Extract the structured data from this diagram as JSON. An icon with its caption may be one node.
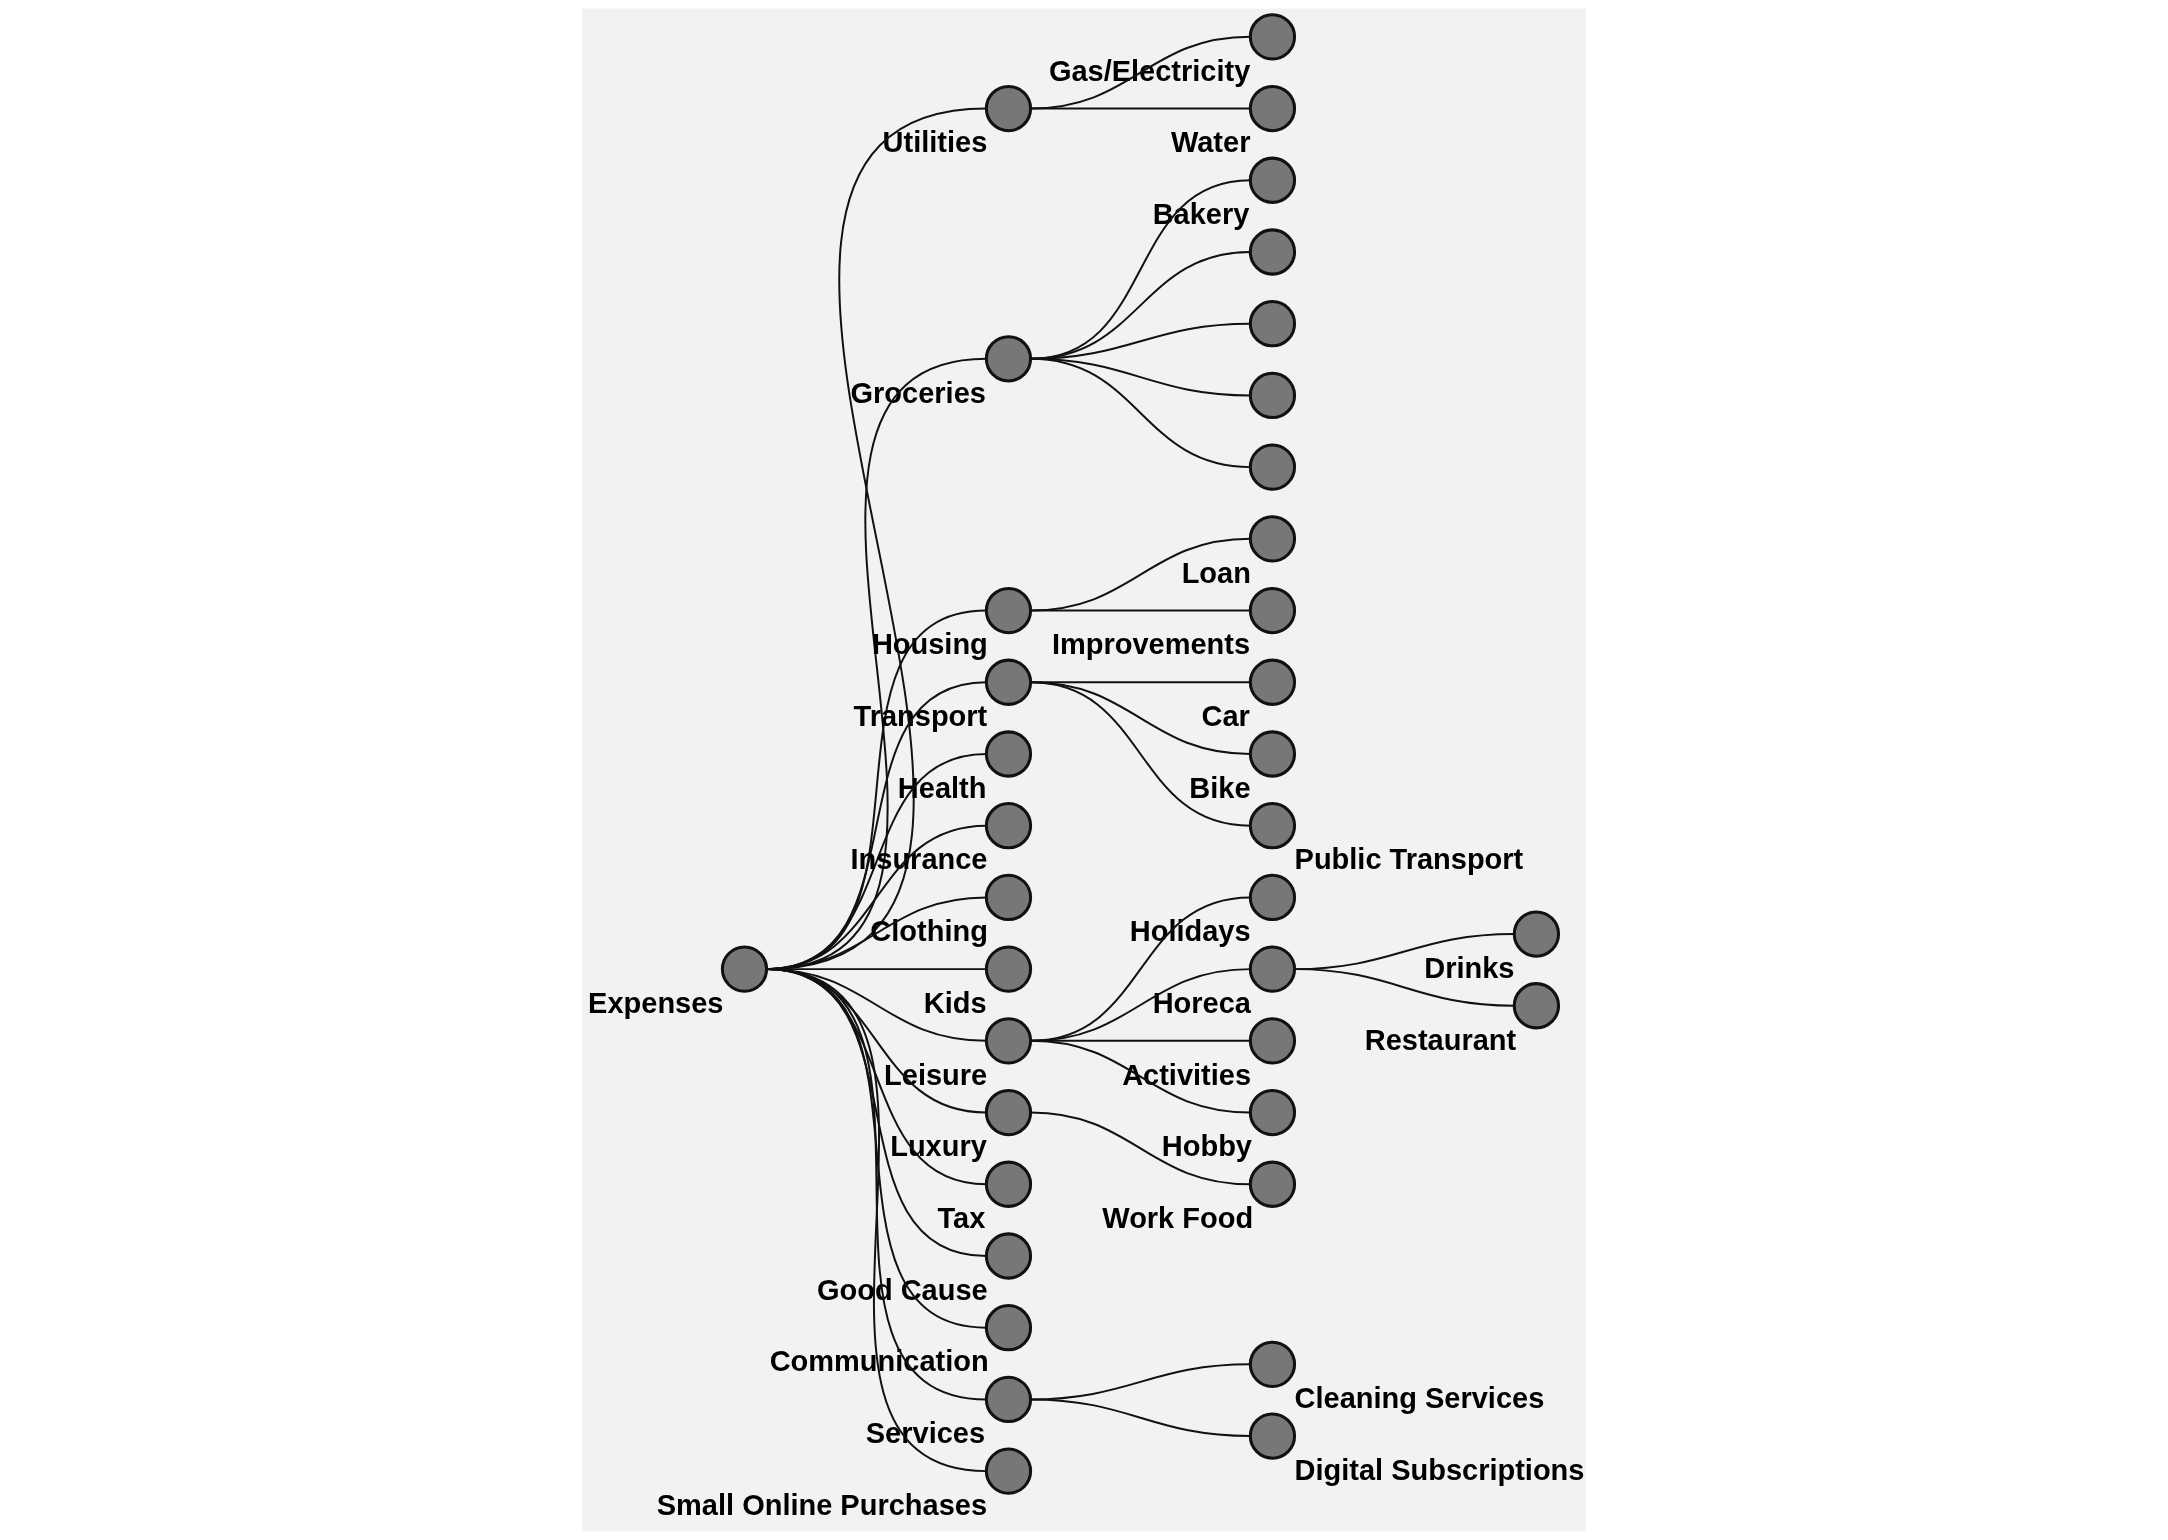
{
  "diagram": {
    "nodes": [
      {
        "text": [
          "Expenses"
        ]
      },
      {
        "text": [
          "Utilities"
        ]
      },
      {
        "text": [
          "Gas/Electricity"
        ]
      },
      {
        "text": [
          "Water"
        ]
      },
      {
        "text": [
          "Groceries"
        ]
      },
      {
        "text": [
          "Bakery"
        ]
      },
      {
        "text": [],
        "shape": "circle"
      },
      {
        "text": [],
        "shape": "circle"
      },
      {
        "text": [],
        "shape": "circle"
      },
      {
        "text": [],
        "shape": "circle"
      },
      {
        "text": [
          "Housing"
        ]
      },
      {
        "text": [
          "Loan"
        ]
      },
      {
        "text": [
          "Improvements"
        ]
      },
      {
        "text": [
          "Transport"
        ]
      },
      {
        "text": [
          "Car"
        ]
      },
      {
        "text": [
          "Bike"
        ]
      },
      {
        "text": [
          "Public Transport"
        ]
      },
      {
        "text": [
          "Health"
        ]
      },
      {
        "text": [
          "Insurance"
        ]
      },
      {
        "text": [
          "Clothing"
        ]
      },
      {
        "text": [
          "Kids"
        ]
      },
      {
        "text": [
          "Leisure"
        ]
      },
      {
        "text": [
          "Holidays"
        ]
      },
      {
        "text": [
          "Horeca"
        ]
      },
      {
        "text": [
          "Drinks"
        ]
      },
      {
        "text": [
          "Restaurant"
        ]
      },
      {
        "text": [
          "Activities"
        ]
      },
      {
        "text": [
          "Hobby"
        ]
      },
      {
        "text": [
          "Luxury"
        ]
      },
      {
        "text": [
          "Work Food"
        ]
      },
      {
        "text": [
          "Tax"
        ]
      },
      {
        "text": [
          "Good Cause"
        ]
      },
      {
        "text": [
          "Communication"
        ]
      },
      {
        "text": [
          "Services"
        ]
      },
      {
        "text": [
          "Cleaning Services"
        ]
      },
      {
        "text": [
          "Digital Subscriptions"
        ]
      },
      {
        "text": [
          "Small Online Purchases"
        ]
      }
    ],
    "edges": [
      {
        "from": 0,
        "to": 1,
        "arrow": "none"
      },
      {
        "from": 1,
        "to": 2,
        "arrow": "none"
      },
      {
        "from": 1,
        "to": 3,
        "arrow": "none"
      },
      {
        "from": 0,
        "to": 4,
        "arrow": "none"
      },
      {
        "from": 4,
        "to": 5,
        "arrow": "none"
      },
      {
        "from": 4,
        "to": 6,
        "arrow": "none"
      },
      {
        "from": 4,
        "to": 7,
        "arrow": "none"
      },
      {
        "from": 4,
        "to": 8,
        "arrow": "none"
      },
      {
        "from": 4,
        "to": 9,
        "arrow": "none"
      },
      {
        "from": 0,
        "to": 10,
        "arrow": "none"
      },
      {
        "from": 10,
        "to": 11,
        "arrow": "none"
      },
      {
        "from": 10,
        "to": 12,
        "arrow": "none"
      },
      {
        "from": 0,
        "to": 13,
        "arrow": "none"
      },
      {
        "from": 13,
        "to": 14,
        "arrow": "none"
      },
      {
        "from": 13,
        "to": 15,
        "arrow": "none"
      },
      {
        "from": 13,
        "to": 16,
        "arrow": "none"
      },
      {
        "from": 0,
        "to": 17,
        "arrow": "none"
      },
      {
        "from": 0,
        "to": 18,
        "arrow": "none"
      },
      {
        "from": 0,
        "to": 19,
        "arrow": "none"
      },
      {
        "from": 0,
        "to": 20,
        "arrow": "none"
      },
      {
        "from": 0,
        "to": 21,
        "arrow": "none"
      },
      {
        "from": 21,
        "to": 22,
        "arrow": "none"
      },
      {
        "from": 21,
        "to": 23,
        "arrow": "none"
      },
      {
        "from": 23,
        "to": 24,
        "arrow": "none"
      },
      {
        "from": 23,
        "to": 25,
        "arrow": "none"
      },
      {
        "from": 21,
        "to": 26,
        "arrow": "none"
      },
      {
        "from": 21,
        "to": 27,
        "arrow": "none"
      },
      {
        "from": 0,
        "to": 28,
        "arrow": "none"
      },
      {
        "from": 28,
        "to": 29,
        "arrow": "none"
      },
      {
        "from": 0,
        "to": 30,
        "arrow": "none"
      },
      {
        "from": 0,
        "to": 31,
        "arrow": "none"
      },
      {
        "from": 0,
        "to": 32,
        "arrow": "none"
      },
      {
        "from": 0,
        "to": 33,
        "arrow": "none"
      },
      {
        "from": 33,
        "to": 34,
        "arrow": "none"
      },
      {
        "from": 33,
        "to": 35,
        "arrow": "none"
      },
      {
        "from": 0,
        "to": 36,
        "arrow": "none"
      }
    ]
  }
}
